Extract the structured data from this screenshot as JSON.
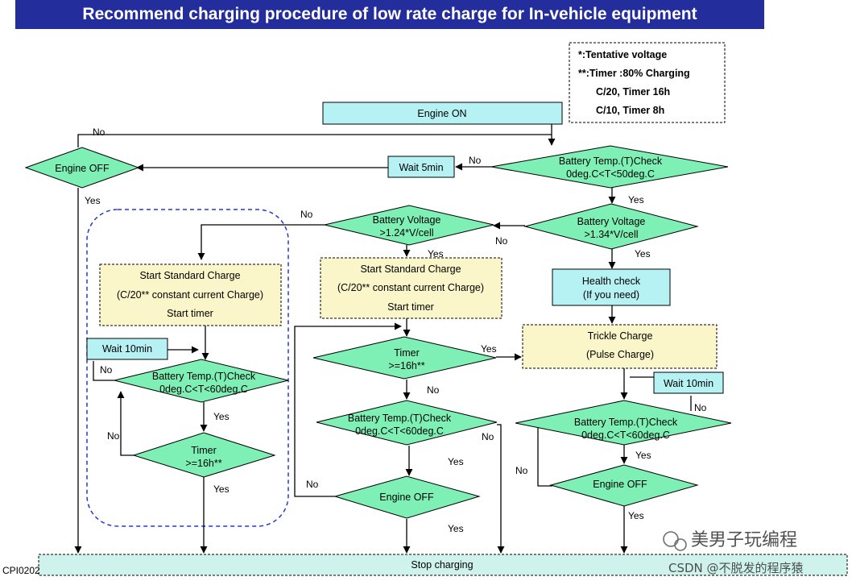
{
  "title": "Recommend charging procedure of low rate charge for In-vehicle equipment",
  "notes": {
    "line1": "*:Tentative voltage",
    "line2": "**:Timer :80% Charging",
    "line3": "C/20, Timer 16h",
    "line4": "C/10, Timer  8h"
  },
  "nodes": {
    "engine_on": "Engine ON",
    "battery_temp_main": {
      "line1": "Battery Temp.(T)Check",
      "line2": "0deg.C<T<50deg.C"
    },
    "wait_5min": "Wait 5min",
    "engine_off_top": "Engine OFF",
    "batt_v_134": {
      "line1": "Battery Voltage",
      "line2": ">1.34*V/cell"
    },
    "batt_v_124": {
      "line1": "Battery Voltage",
      "line2": ">1.24*V/cell"
    },
    "health_check": {
      "line1": "Health check",
      "line2": "(If you need)"
    },
    "trickle_charge": {
      "line1": "Trickle Charge",
      "line2": "(Pulse Charge)"
    },
    "wait_10min_right": "Wait 10min",
    "batt_temp_right": {
      "line1": "Battery Temp.(T)Check",
      "line2": "0deg.C<T<60deg.C"
    },
    "engine_off_right": "Engine OFF",
    "start_std_middle": {
      "line1": "Start Standard Charge",
      "line2": "(C/20** constant current Charge)",
      "line3": "Start timer"
    },
    "timer_middle": {
      "line1": "Timer",
      "line2": ">=16h**"
    },
    "batt_temp_middle": {
      "line1": "Battery Temp.(T)Check",
      "line2": "0deg.C<T<60deg.C"
    },
    "engine_off_middle": "Engine OFF",
    "start_std_left": {
      "line1": "Start Standard Charge",
      "line2": "(C/20** constant current Charge)",
      "line3": "Start timer"
    },
    "wait_10min_left": "Wait 10min",
    "batt_temp_left": {
      "line1": "Battery Temp.(T)Check",
      "line2": "0deg.C<T<60deg.C"
    },
    "timer_left": {
      "line1": "Timer",
      "line2": ">=16h**"
    },
    "stop_charging": "Stop charging"
  },
  "labels": {
    "yes": "Yes",
    "no": "No"
  },
  "footer": {
    "code": "CPI0202",
    "watermark_main": "美男子玩编程",
    "watermark_sub": "CSDN @不脱发的程序猿"
  },
  "colors": {
    "title_bg": "#242d9c",
    "diamond_fill": "#7ff0b5",
    "process_fill": "#b6f1f4",
    "charge_fill": "#fbf6c9",
    "stop_fill": "#cff3ec",
    "dashed_group": "#2436d8"
  }
}
